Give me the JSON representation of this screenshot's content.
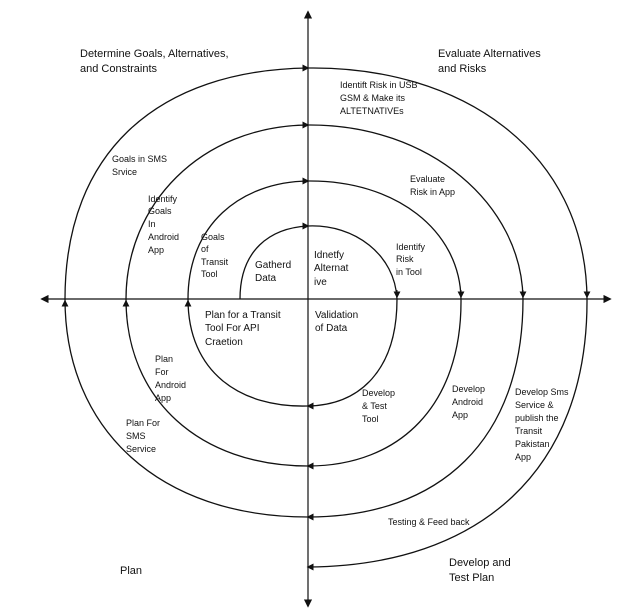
{
  "quadrants": {
    "top_left": [
      "Determine Goals, Alternatives,",
      "and Constraints"
    ],
    "top_right": [
      "Evaluate Alternatives",
      "and Risks"
    ],
    "bottom_left": [
      "Plan"
    ],
    "bottom_right": [
      "Develop and",
      "Test Plan"
    ]
  },
  "labels": {
    "gatherd": [
      "Gatherd",
      "Data"
    ],
    "identify_alternative": [
      "Idnetfy",
      "Alternat",
      "ive"
    ],
    "plan_transit": [
      "Plan for a Transit",
      "Tool For API",
      "Craetion"
    ],
    "validation": [
      "Validation",
      "of Data"
    ],
    "goals_transit": [
      "Goals",
      "of",
      "Transit",
      "Tool"
    ],
    "identify_risk_tool": [
      "Identify",
      "Risk",
      "in Tool"
    ],
    "develop_test_tool": [
      "Develop",
      "& Test",
      "Tool"
    ],
    "identify_goals_android": [
      "Identify",
      "Goals",
      "In",
      "Android",
      "App"
    ],
    "evaluate_risk_app": [
      "Evaluate",
      "Risk in App"
    ],
    "plan_android": [
      "Plan",
      "For",
      "Android",
      "App"
    ],
    "develop_android": [
      "Develop",
      "Android",
      "App"
    ],
    "goals_sms": [
      "Goals in SMS",
      "Srvice"
    ],
    "identify_risk_usb": [
      "Identift Risk in USB",
      "GSM & Make its",
      "ALTETNATIVEs"
    ],
    "plan_sms": [
      "Plan For",
      "SMS",
      "Service"
    ],
    "develop_sms": [
      "Develop Sms",
      "Service &",
      "publish the",
      "Transit",
      "Pakistan",
      "App"
    ],
    "testing_feedback": [
      "Testing & Feed back"
    ]
  }
}
